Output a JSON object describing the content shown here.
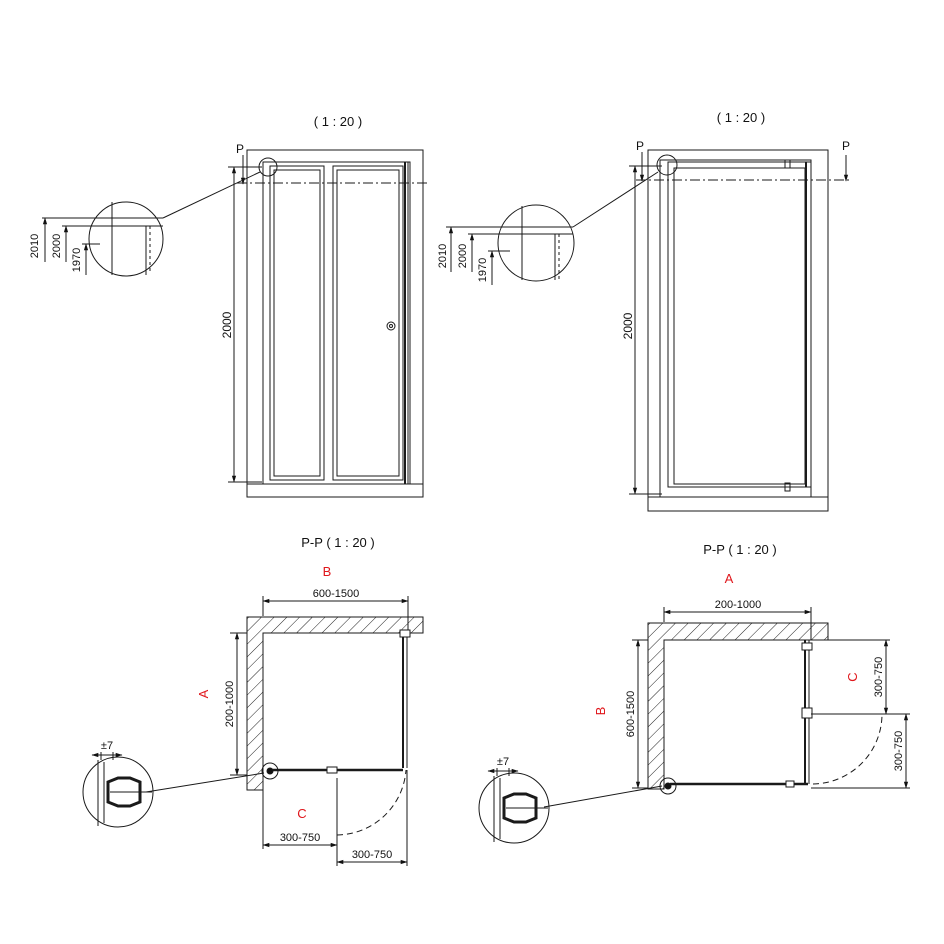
{
  "colors": {
    "line": "#1a1a1a",
    "accent": "#e0161b"
  },
  "top_left": {
    "scale": "( 1 : 20 )",
    "section_marker": "P",
    "height_dim": "2000",
    "detail_dims": [
      "2010",
      "2000",
      "1970"
    ]
  },
  "top_right": {
    "scale": "( 1 : 20 )",
    "section_marker_left": "P",
    "section_marker_right": "P",
    "height_dim": "2000",
    "detail_dims": [
      "2010",
      "2000",
      "1970"
    ]
  },
  "bottom_left": {
    "section_title": "P-P ( 1 : 20 )",
    "label_top": "B",
    "label_side": "A",
    "label_door": "C",
    "width_dim": "600-1500",
    "depth_dim": "200-1000",
    "tolerance": "±7",
    "dim_bottom_1": "300-750",
    "dim_bottom_2": "300-750"
  },
  "bottom_right": {
    "section_title": "P-P ( 1 : 20 )",
    "label_top": "A",
    "label_side": "B",
    "label_door": "C",
    "width_dim": "200-1000",
    "depth_dim": "600-1500",
    "tolerance": "±7",
    "dim_right_1": "300-750",
    "dim_right_2": "300-750"
  }
}
